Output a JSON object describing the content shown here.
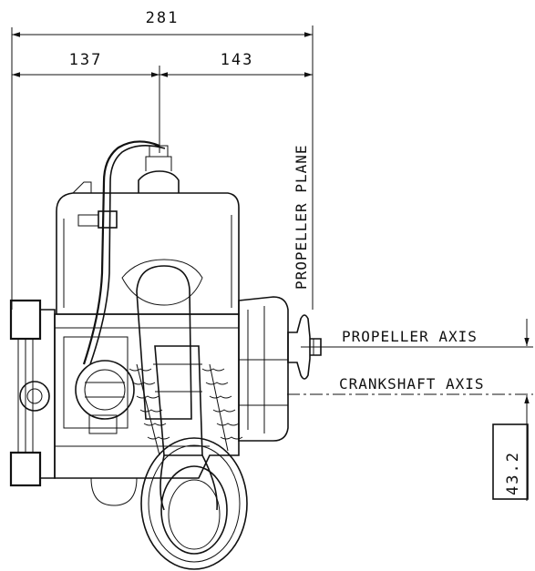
{
  "dimensions": {
    "overall_width": "281",
    "left_width": "137",
    "right_width": "143",
    "axis_offset": "43.2"
  },
  "labels": {
    "propeller_plane": "PROPELLER PLANE",
    "propeller_axis": "PROPELLER AXIS",
    "crankshaft_axis": "CRANKSHAFT AXIS"
  }
}
